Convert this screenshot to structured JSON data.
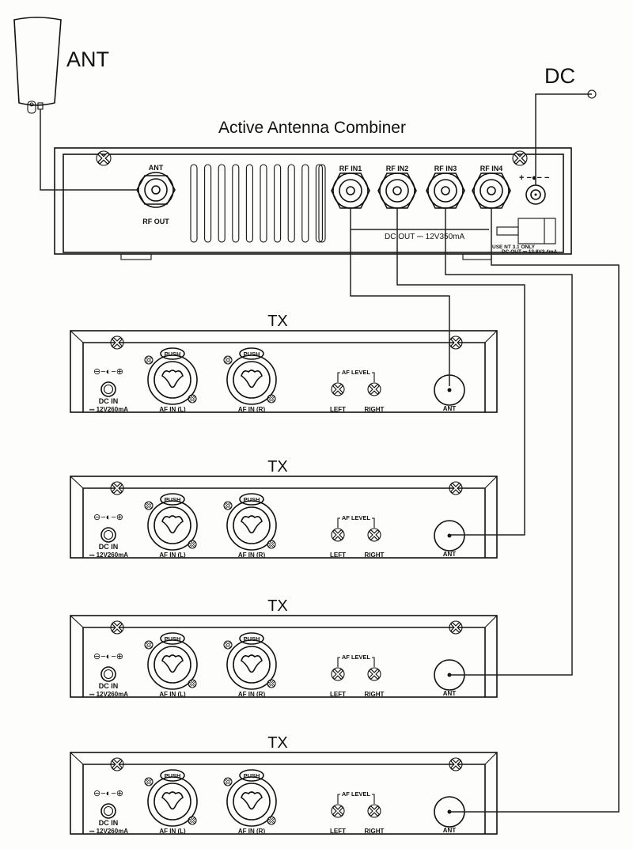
{
  "diagram": {
    "antenna": {
      "label": "ANT"
    },
    "dc_source": {
      "label": "DC"
    },
    "combiner": {
      "title": "Active  Antenna Combiner",
      "rf_out": {
        "top_label": "ANT",
        "bottom_label": "RF OUT"
      },
      "rf_inputs": [
        "RF IN1",
        "RF IN2",
        "RF IN3",
        "RF IN4"
      ],
      "dc_out_label": "DC OUT ⎓ 12V350mA",
      "dc_polarity": "+ −●− −",
      "usb_note_line1": "USE NT 3.1 ONLY",
      "usb_note_line2": "DC OUT ⎓ 13.8V3.4mA"
    },
    "transmitters": [
      {
        "label": "TX",
        "dc_polarity": "⊖−◐−⊕",
        "dc_in": "DC IN",
        "dc_rating": "⎓ 12V260mA",
        "push_label": "PUSH",
        "af_in_left": "AF IN (L)",
        "af_in_right": "AF IN (R)",
        "af_level": "AF LEVEL",
        "left": "LEFT",
        "right": "RIGHT",
        "ant": "ANT"
      },
      {
        "label": "TX",
        "dc_polarity": "⊖−◐−⊕",
        "dc_in": "DC IN",
        "dc_rating": "⎓ 12V260mA",
        "push_label": "PUSH",
        "af_in_left": "AF IN (L)",
        "af_in_right": "AF IN (R)",
        "af_level": "AF LEVEL",
        "left": "LEFT",
        "right": "RIGHT",
        "ant": "ANT"
      },
      {
        "label": "TX",
        "dc_polarity": "⊖−◐−⊕",
        "dc_in": "DC IN",
        "dc_rating": "⎓ 12V260mA",
        "push_label": "PUSH",
        "af_in_left": "AF IN (L)",
        "af_in_right": "AF IN (R)",
        "af_level": "AF LEVEL",
        "left": "LEFT",
        "right": "RIGHT",
        "ant": "ANT"
      },
      {
        "label": "TX",
        "dc_polarity": "⊖−◐−⊕",
        "dc_in": "DC IN",
        "dc_rating": "⎓ 12V260mA",
        "push_label": "PUSH",
        "af_in_left": "AF IN (L)",
        "af_in_right": "AF IN (R)",
        "af_level": "AF LEVEL",
        "left": "LEFT",
        "right": "RIGHT",
        "ant": "ANT"
      }
    ]
  }
}
